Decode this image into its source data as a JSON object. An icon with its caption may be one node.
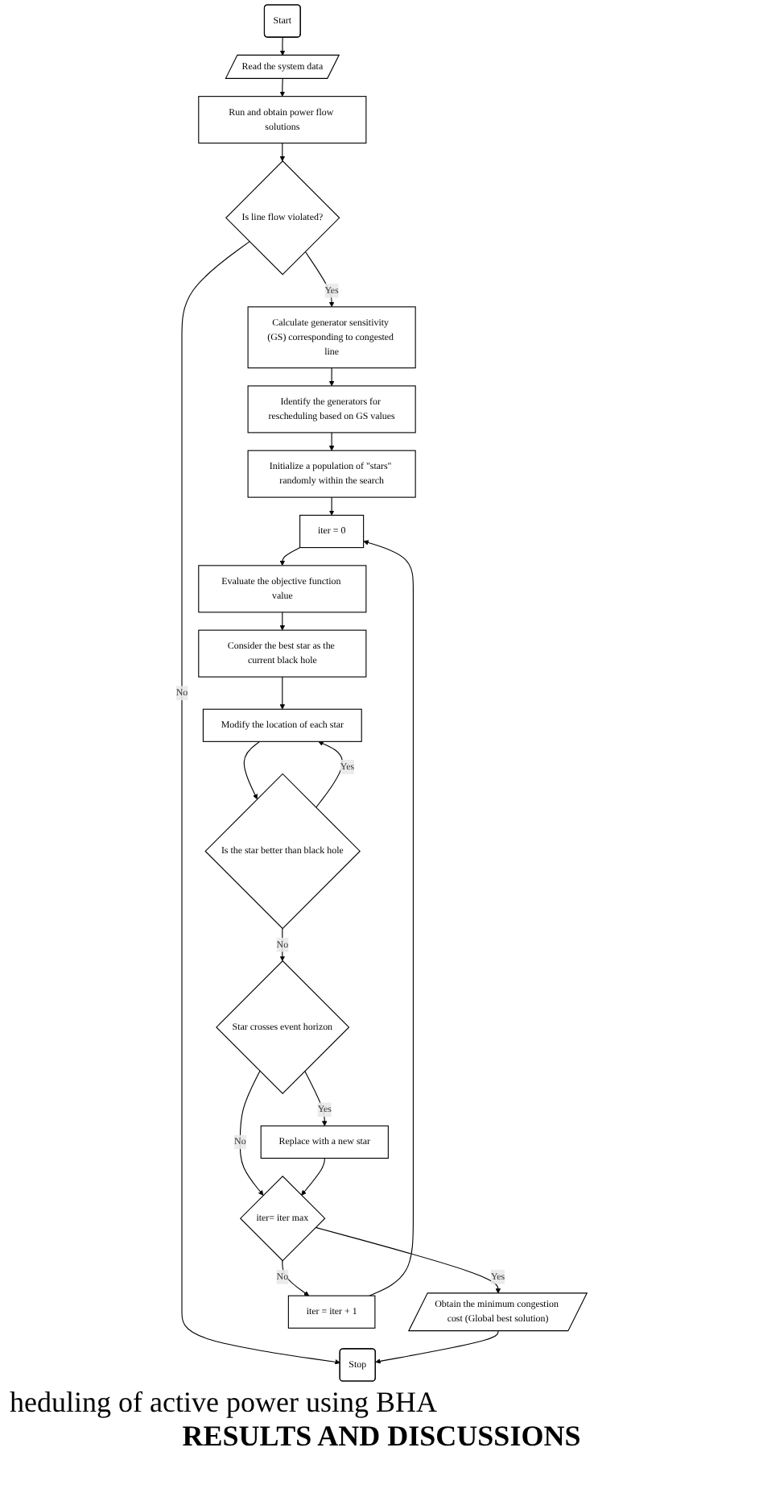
{
  "diagram": {
    "nodes": [
      {
        "text": [
          "Start"
        ]
      },
      {
        "text": [
          "Read the system data"
        ]
      },
      {
        "text": [
          "Run and obtain power flow solutions"
        ]
      },
      {
        "text": [
          "Is line flow violated?"
        ]
      },
      {
        "text": [
          "Calculate generator sensitivity (GS) corresponding to congested line"
        ]
      },
      {
        "text": [
          "Identify the generators for rescheduling based on GS values"
        ]
      },
      {
        "text": [
          "Initialize a population of \"stars\" randomly within the search"
        ]
      },
      {
        "text": [
          "iter = 0"
        ]
      },
      {
        "text": [
          "Evaluate the objective function value"
        ]
      },
      {
        "text": [
          "Consider the best star as the current black hole"
        ]
      },
      {
        "text": [
          "Modify the location of each star"
        ]
      },
      {
        "text": [
          "Is the star better than black hole"
        ]
      },
      {
        "text": [
          "Star crosses event horizon"
        ]
      },
      {
        "text": [
          "Replace with a new star"
        ]
      },
      {
        "text": [
          "iter= iter max"
        ]
      },
      {
        "text": [
          "Obtain the minimum congestion cost (Global best solution)"
        ]
      },
      {
        "text": [
          "Stop"
        ]
      },
      {
        "text": [
          "iter = iter + 1"
        ]
      }
    ],
    "edges": [
      {
        "from": 0,
        "to": 1,
        "arrow": "to"
      },
      {
        "from": 1,
        "to": 2,
        "arrow": "to"
      },
      {
        "from": 2,
        "to": 3,
        "arrow": "to"
      },
      {
        "from": 3,
        "to": 16,
        "arrow": "to",
        "label": "No"
      },
      {
        "from": 3,
        "to": 4,
        "arrow": "to",
        "label": "Yes"
      },
      {
        "from": 4,
        "to": 5,
        "arrow": "to"
      },
      {
        "from": 5,
        "to": 6,
        "arrow": "to"
      },
      {
        "from": 6,
        "to": 7,
        "arrow": "to"
      },
      {
        "from": 7,
        "to": 8,
        "arrow": "to"
      },
      {
        "from": 8,
        "to": 9,
        "arrow": "to"
      },
      {
        "from": 9,
        "to": 10,
        "arrow": "to"
      },
      {
        "from": 10,
        "to": 11,
        "arrow": "to"
      },
      {
        "from": 11,
        "to": 10,
        "arrow": "to",
        "label": "Yes"
      },
      {
        "from": 11,
        "to": 12,
        "arrow": "to",
        "label": "No"
      },
      {
        "from": 12,
        "to": 13,
        "arrow": "to",
        "label": "Yes"
      },
      {
        "from": 12,
        "to": 14,
        "arrow": "to",
        "label": "No"
      },
      {
        "from": 13,
        "to": 14,
        "arrow": "to"
      },
      {
        "from": 14,
        "to": 17,
        "arrow": "to",
        "label": "No"
      },
      {
        "from": 17,
        "to": 7,
        "arrow": "to"
      },
      {
        "from": 14,
        "to": 15,
        "arrow": "to",
        "label": "Yes"
      },
      {
        "from": 15,
        "to": 16,
        "arrow": "to"
      }
    ],
    "labels": [
      "heduling of active power using BHA",
      "RESULTS AND DISCUSSIONS"
    ]
  }
}
